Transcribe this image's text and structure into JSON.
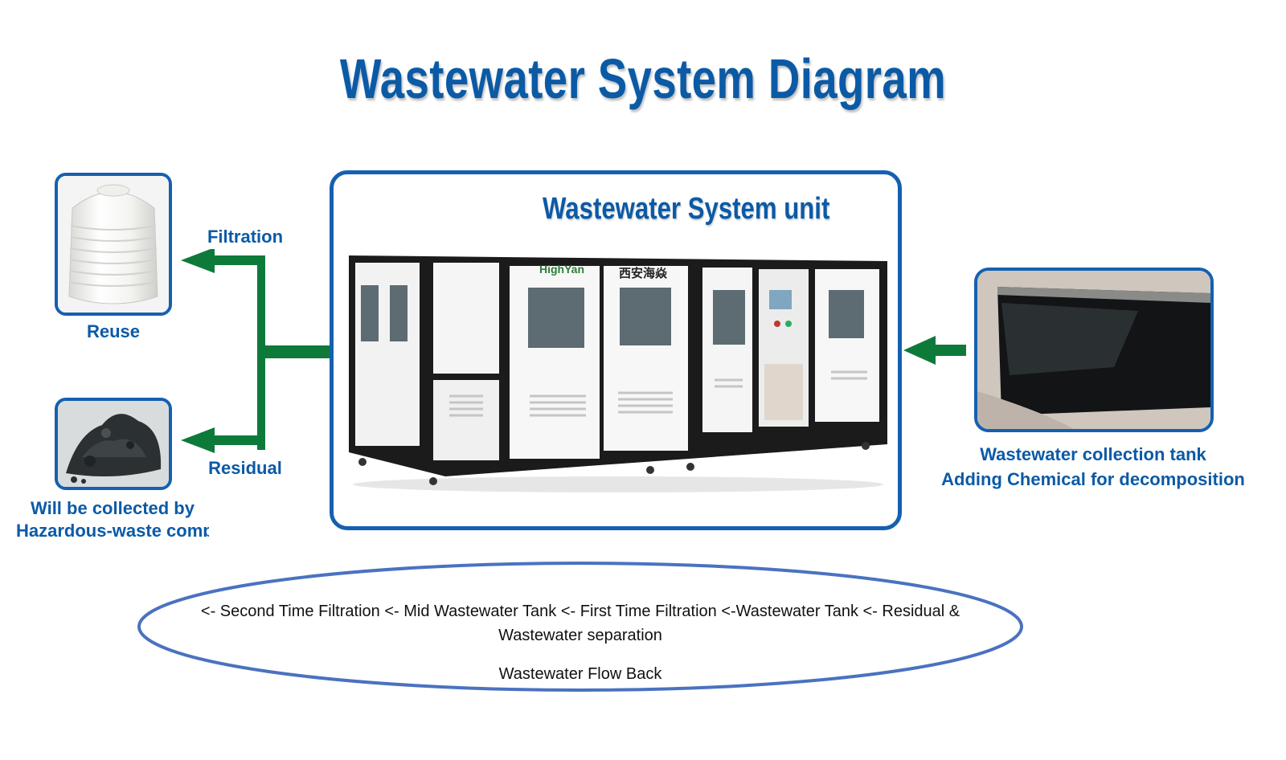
{
  "title": "Wastewater System Diagram",
  "unit": {
    "label": "Wastewater System unit",
    "brand": "HighYan",
    "brand_cn": "西安海焱"
  },
  "left": {
    "reuse_label": "Reuse",
    "filtration_label": "Filtration",
    "residual_label": "Residual",
    "hazard_line1": "Will be collected by",
    "hazard_line2": "Hazardous-waste company"
  },
  "right": {
    "line1": "Wastewater collection tank",
    "line2": "Adding Chemical for decomposition"
  },
  "flow": {
    "line1": "<- Second Time Filtration <- Mid Wastewater Tank <- First Time Filtration <-Wastewater Tank <- Residual &",
    "line2": "Wastewater separation",
    "line3": "Wastewater Flow Back"
  },
  "colors": {
    "blue": "#1560b0",
    "green_arrow": "#0d7a3a"
  }
}
